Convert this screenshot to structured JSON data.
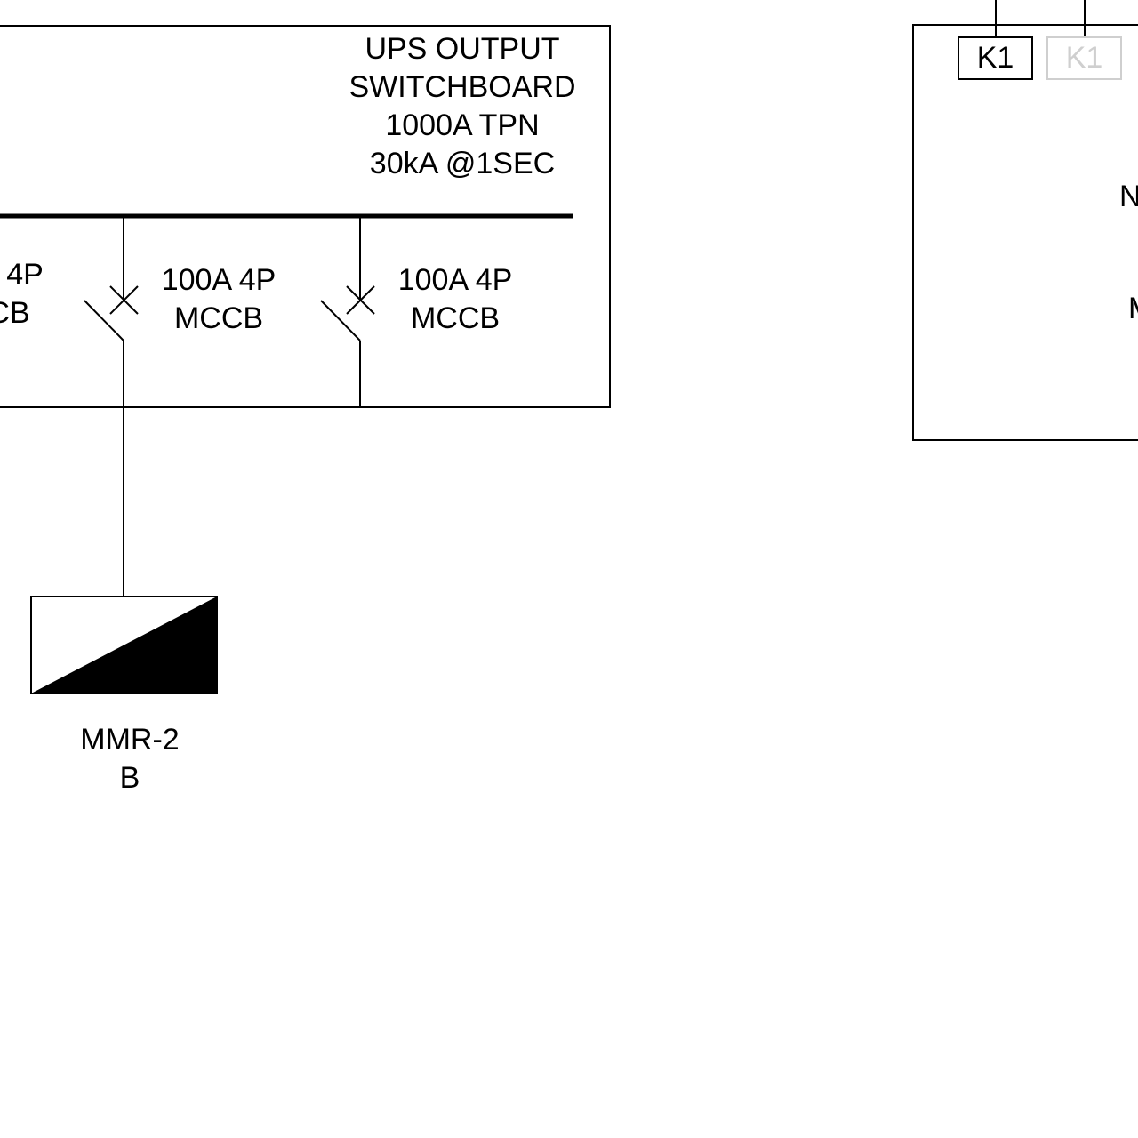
{
  "switchboard": {
    "title_lines": [
      "UPS OUTPUT",
      "SWITCHBOARD",
      "1000A TPN",
      "30kA @1SEC"
    ],
    "left_partial_breaker": {
      "line1": "4P",
      "line2": "CB"
    },
    "breakers": [
      {
        "line1": "100A 4P",
        "line2": "MCCB"
      },
      {
        "line1": "100A 4P",
        "line2": "MCCB"
      }
    ]
  },
  "load": {
    "line1": "MMR-2",
    "line2": "B"
  },
  "right_panel": {
    "contactors": [
      {
        "label": "K1",
        "state": "active"
      },
      {
        "label": "K1",
        "state": "faded"
      }
    ],
    "partial_labels": [
      "N",
      "M"
    ]
  },
  "colors": {
    "line": "#000000",
    "faded": "#cfcfcf",
    "background": "#ffffff"
  }
}
